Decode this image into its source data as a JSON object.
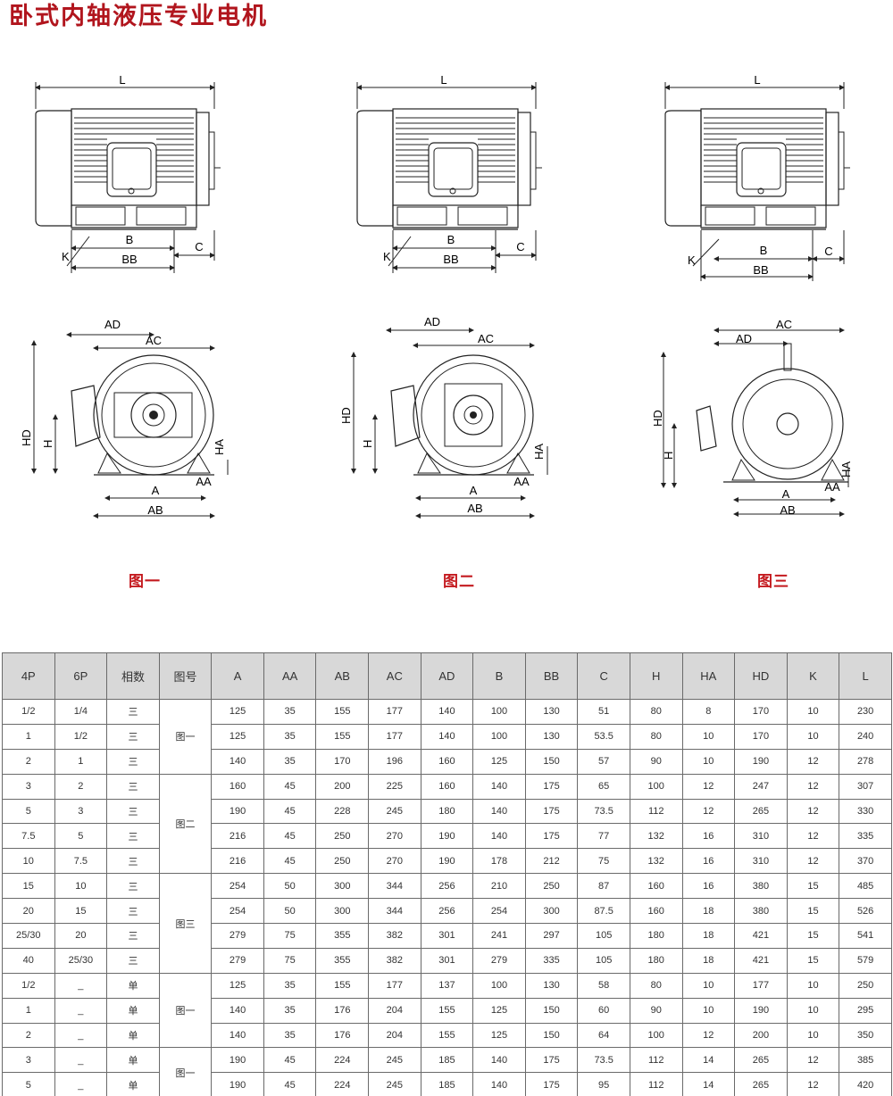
{
  "title": "卧式内轴液压专业电机",
  "figures": [
    {
      "label": "图一",
      "dims": [
        "L",
        "B",
        "BB",
        "C",
        "K",
        "AD",
        "AC",
        "HD",
        "H",
        "HA",
        "A",
        "AA",
        "AB"
      ]
    },
    {
      "label": "图二",
      "dims": [
        "L",
        "B",
        "BB",
        "C",
        "K",
        "AD",
        "AC",
        "HD",
        "H",
        "HA",
        "A",
        "AA",
        "AB"
      ]
    },
    {
      "label": "图三",
      "dims": [
        "L",
        "B",
        "BB",
        "C",
        "K",
        "AD",
        "AC",
        "HD",
        "H",
        "HA",
        "A",
        "AA",
        "AB"
      ]
    }
  ],
  "table": {
    "headers": [
      "4P",
      "6P",
      "相数",
      "图号",
      "A",
      "AA",
      "AB",
      "AC",
      "AD",
      "B",
      "BB",
      "C",
      "H",
      "HA",
      "HD",
      "K",
      "L"
    ],
    "groups": [
      {
        "figure": "图一",
        "rows": [
          [
            "1/2",
            "1/4",
            "三",
            "125",
            "35",
            "155",
            "177",
            "140",
            "100",
            "130",
            "51",
            "80",
            "8",
            "170",
            "10",
            "230"
          ],
          [
            "1",
            "1/2",
            "三",
            "125",
            "35",
            "155",
            "177",
            "140",
            "100",
            "130",
            "53.5",
            "80",
            "10",
            "170",
            "10",
            "240"
          ],
          [
            "2",
            "1",
            "三",
            "140",
            "35",
            "170",
            "196",
            "160",
            "125",
            "150",
            "57",
            "90",
            "10",
            "190",
            "12",
            "278"
          ]
        ]
      },
      {
        "figure": "图二",
        "rows": [
          [
            "3",
            "2",
            "三",
            "160",
            "45",
            "200",
            "225",
            "160",
            "140",
            "175",
            "65",
            "100",
            "12",
            "247",
            "12",
            "307"
          ],
          [
            "5",
            "3",
            "三",
            "190",
            "45",
            "228",
            "245",
            "180",
            "140",
            "175",
            "73.5",
            "112",
            "12",
            "265",
            "12",
            "330"
          ],
          [
            "7.5",
            "5",
            "三",
            "216",
            "45",
            "250",
            "270",
            "190",
            "140",
            "175",
            "77",
            "132",
            "16",
            "310",
            "12",
            "335"
          ],
          [
            "10",
            "7.5",
            "三",
            "216",
            "45",
            "250",
            "270",
            "190",
            "178",
            "212",
            "75",
            "132",
            "16",
            "310",
            "12",
            "370"
          ]
        ]
      },
      {
        "figure": "图三",
        "rows": [
          [
            "15",
            "10",
            "三",
            "254",
            "50",
            "300",
            "344",
            "256",
            "210",
            "250",
            "87",
            "160",
            "16",
            "380",
            "15",
            "485"
          ],
          [
            "20",
            "15",
            "三",
            "254",
            "50",
            "300",
            "344",
            "256",
            "254",
            "300",
            "87.5",
            "160",
            "18",
            "380",
            "15",
            "526"
          ],
          [
            "25/30",
            "20",
            "三",
            "279",
            "75",
            "355",
            "382",
            "301",
            "241",
            "297",
            "105",
            "180",
            "18",
            "421",
            "15",
            "541"
          ],
          [
            "40",
            "25/30",
            "三",
            "279",
            "75",
            "355",
            "382",
            "301",
            "279",
            "335",
            "105",
            "180",
            "18",
            "421",
            "15",
            "579"
          ]
        ]
      },
      {
        "figure": "图一",
        "rows": [
          [
            "1/2",
            "_",
            "单",
            "125",
            "35",
            "155",
            "177",
            "137",
            "100",
            "130",
            "58",
            "80",
            "10",
            "177",
            "10",
            "250"
          ],
          [
            "1",
            "_",
            "单",
            "140",
            "35",
            "176",
            "204",
            "155",
            "125",
            "150",
            "60",
            "90",
            "10",
            "190",
            "10",
            "295"
          ],
          [
            "2",
            "_",
            "单",
            "140",
            "35",
            "176",
            "204",
            "155",
            "125",
            "150",
            "64",
            "100",
            "12",
            "200",
            "10",
            "350"
          ]
        ]
      },
      {
        "figure": "图一",
        "rows": [
          [
            "3",
            "_",
            "单",
            "190",
            "45",
            "224",
            "245",
            "185",
            "140",
            "175",
            "73.5",
            "112",
            "14",
            "265",
            "12",
            "385"
          ],
          [
            "5",
            "_",
            "单",
            "190",
            "45",
            "224",
            "245",
            "185",
            "140",
            "175",
            "95",
            "112",
            "14",
            "265",
            "12",
            "420"
          ]
        ]
      }
    ]
  }
}
